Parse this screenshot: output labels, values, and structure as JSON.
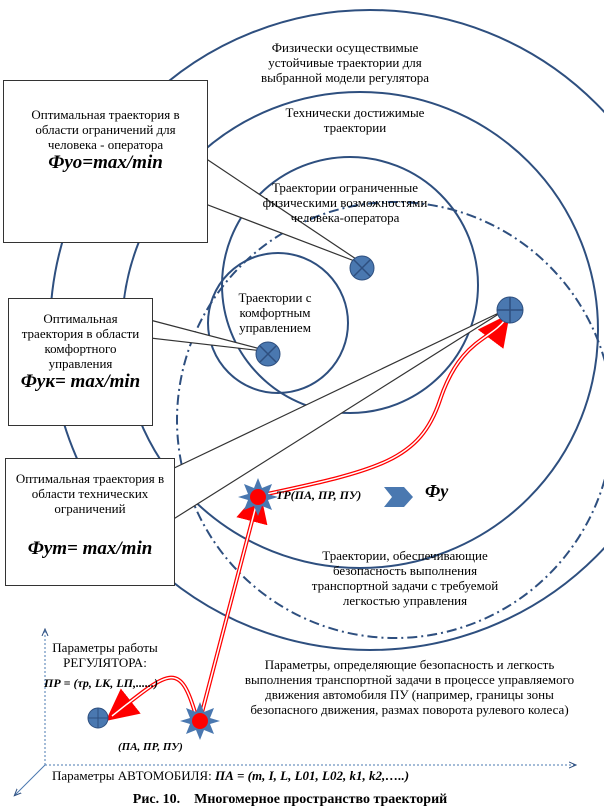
{
  "regions": {
    "physical": "Физически осуществимые устойчивые траектории для выбранной модели регулятора",
    "technical": "Технически достижимые траектории",
    "human": "Траектории ограниченные физическими возможностями человека-оператора",
    "comfort": "Траектории с комфортным управлением",
    "safety": "Траектории, обеспечивающие безопасность выполнения транспортной задачи с требуемой легкостью управления"
  },
  "boxes": {
    "operator": {
      "text": "Оптимальная траектория в области ограничений для человека - оператора",
      "formula": "Фуо=max/min"
    },
    "comfort": {
      "text": "Оптимальная траектория в области комфортного управления",
      "formula": "Фук= max/min"
    },
    "technical": {
      "text": "Оптимальная траектория в области технических ограничений",
      "formula": "Фут= max/min"
    }
  },
  "tr_label": "ТР(ПА, ПР, ПУ)",
  "phi_label": "Фу",
  "regulator": {
    "title": "Параметры работы РЕГУЛЯТОРА:",
    "formula": "ПР = (τр, LК, LП,......)"
  },
  "point_label": "(ПА, ПР, ПУ)",
  "control_params": "Параметры, определяющие безопасность и легкость выполнения транспортной задачи в процессе управляемого движения автомобиля ПУ (например, границы зоны безопасного движения, размах поворота рулевого колеса)",
  "car_params": {
    "label": "Параметры АВТОМОБИЛЯ:",
    "formula": "ПА = (m, I, L, L01, L02, k1, k2,…..)"
  },
  "caption": "Рис. 10.    Многомерное пространство траекторий",
  "colors": {
    "line": "#2e4f7f",
    "marker": "#4a78b0",
    "red": "#ff0000"
  }
}
